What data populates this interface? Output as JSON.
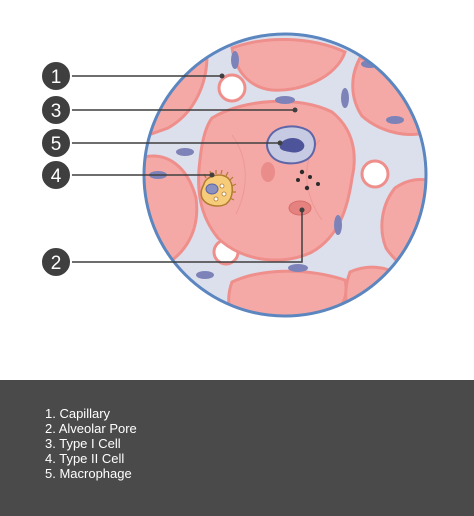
{
  "diagram": {
    "callouts": [
      {
        "number": "1"
      },
      {
        "number": "3"
      },
      {
        "number": "5"
      },
      {
        "number": "4"
      },
      {
        "number": "2"
      }
    ]
  },
  "legend": {
    "items": [
      {
        "text": "1.  Capillary"
      },
      {
        "text": "2. Alveolar Pore"
      },
      {
        "text": "3. Type I Cell"
      },
      {
        "text": "4. Type II Cell"
      },
      {
        "text": "5. Macrophage"
      }
    ]
  },
  "colors": {
    "legend_background": "#4a4a4a",
    "badge": "#3f3f3f",
    "alveolus_fill": "#f5a9a6",
    "interstitium": "#dcdfec",
    "circle_outline": "#5b86bf",
    "cell_nucleus": "#7d83b8",
    "type2_cell": "#f6cc7a"
  }
}
